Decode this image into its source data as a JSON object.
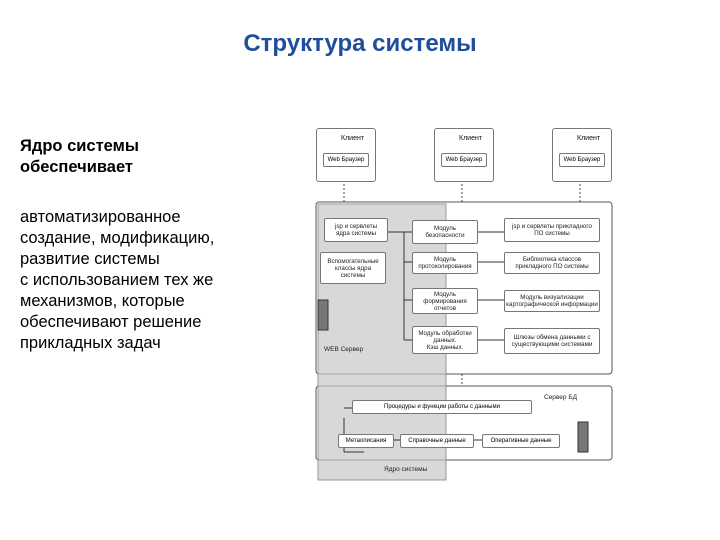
{
  "title": "Структура системы",
  "lead": [
    "Ядро системы",
    "обеспечивает"
  ],
  "body": [
    "автоматизированное",
    "создание, модификацию,",
    "развитие системы",
    "с использованием тех же",
    "механизмов, которые",
    "обеспечивают решение",
    "прикладных задач"
  ],
  "diagram": {
    "clients": [
      {
        "title": "Клиент",
        "browser": "Web Браузер"
      },
      {
        "title": "Клиент",
        "browser": "Web Браузер"
      },
      {
        "title": "Клиент",
        "browser": "Web Браузер"
      }
    ],
    "web_server": {
      "label": "WEB Сервер",
      "jsp_core": [
        "jsp и сервлеты",
        "ядра системы"
      ],
      "helper_classes": [
        "Вспомогательные",
        "классы ядра",
        "системы"
      ],
      "modules": [
        [
          "Модуль",
          "безопасности"
        ],
        [
          "Модуль",
          "протоколирования"
        ],
        [
          "Модуль",
          "формирования",
          "отчетов"
        ],
        [
          "Модуль обработки",
          "данных.",
          "Кэш данных."
        ]
      ],
      "jsp_app": [
        "jsp и сервлеты прикладного",
        "ПО системы"
      ],
      "right_modules": [
        [
          "Библиотека классов",
          "прикладного ПО системы"
        ],
        [
          "Модуль визуализации",
          "картографической информации"
        ],
        [
          "Шлюзы обмена данными с",
          "существующими системами"
        ]
      ]
    },
    "db_server": {
      "label": "Сервер БД",
      "procedures": "Процедуры и функции работы с данными",
      "meta": "Метаописания",
      "reference": "Справочные данные",
      "operational": "Оперативные данные"
    },
    "core_label": "Ядро системы"
  }
}
